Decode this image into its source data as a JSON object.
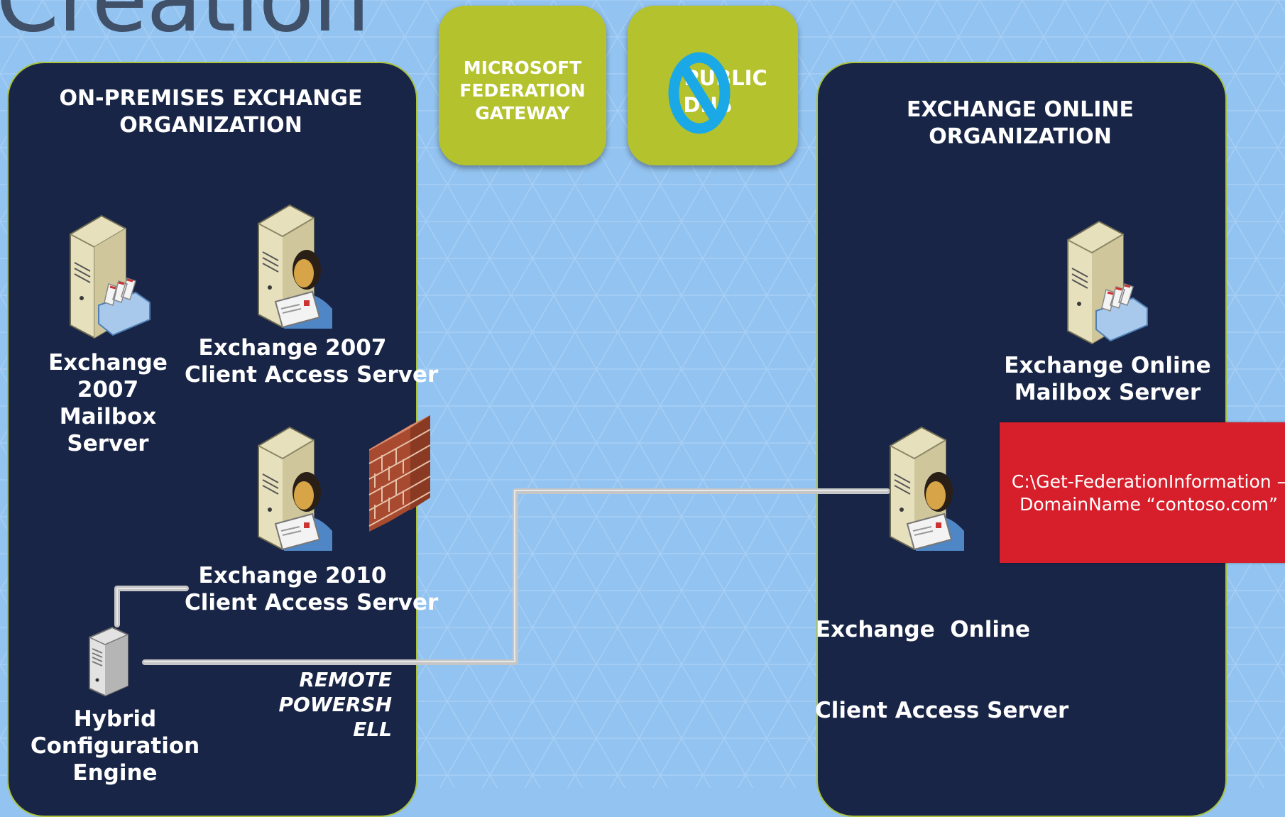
{
  "slide": {
    "title": "Creation"
  },
  "on_premises": {
    "title_line1": "ON-PREMISES EXCHANGE",
    "title_line2": "ORGANIZATION",
    "mailbox_2007": [
      "Exchange",
      "2007",
      "Mailbox",
      "Server"
    ],
    "cas_2007": [
      "Exchange 2007",
      "Client Access Server"
    ],
    "cas_2010": [
      "Exchange 2010",
      "Client Access Server"
    ],
    "hybrid": [
      "Hybrid",
      "Configuration",
      "Engine"
    ],
    "remote_powershell": [
      "REMOTE",
      "POWERSH",
      "ELL"
    ]
  },
  "federation_gateway": {
    "lines": [
      "MICROSOFT",
      "FEDERATION",
      "GATEWAY"
    ]
  },
  "public_dns": {
    "lines": [
      "PUBLIC",
      "DNS"
    ],
    "overlay_icon": "prohibited-icon"
  },
  "exchange_online": {
    "title_line1": "EXCHANGE ONLINE",
    "title_line2": "ORGANIZATION",
    "mailbox": [
      "Exchange Online",
      "Mailbox Server"
    ],
    "cas": [
      "Exchange  Online",
      "Client Access Server"
    ]
  },
  "command_callout": {
    "line1": "C:\\Get-FederationInformation –",
    "line2": "DomainName “contoso.com”"
  },
  "colors": {
    "background": "#93c3f0",
    "panel": "#182546",
    "green_box": "#b4c22e",
    "callout": "#d71f2b",
    "prohibit": "#1aa9e6"
  }
}
